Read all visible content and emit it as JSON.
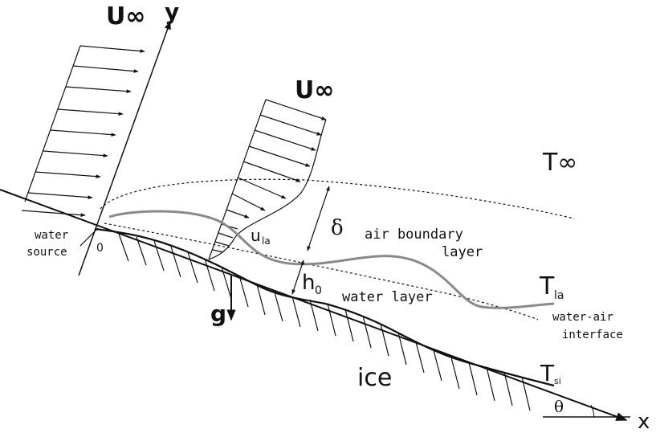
{
  "labels": {
    "u_inf_left": "U∞",
    "y_axis": "y",
    "u_inf_mid": "U∞",
    "t_inf": "T∞",
    "delta": "δ",
    "u_la": "u",
    "u_la_sub": "la",
    "air_boundary_1": "air boundary",
    "air_boundary_2": "layer",
    "water_source_1": "water",
    "water_source_2": "source",
    "origin": "0",
    "h0": "h",
    "h0_sub": "0",
    "water_layer": "water layer",
    "t_la": "T",
    "t_la_sub": "la",
    "g": "g",
    "water_air_1": "water-air",
    "water_air_2": "interface",
    "ice": "ice",
    "t_si": "T",
    "t_si_sub": "si",
    "theta": "θ",
    "x_axis": "x"
  },
  "colors": {
    "line": "#111111",
    "interface": "#8a8a8a"
  }
}
